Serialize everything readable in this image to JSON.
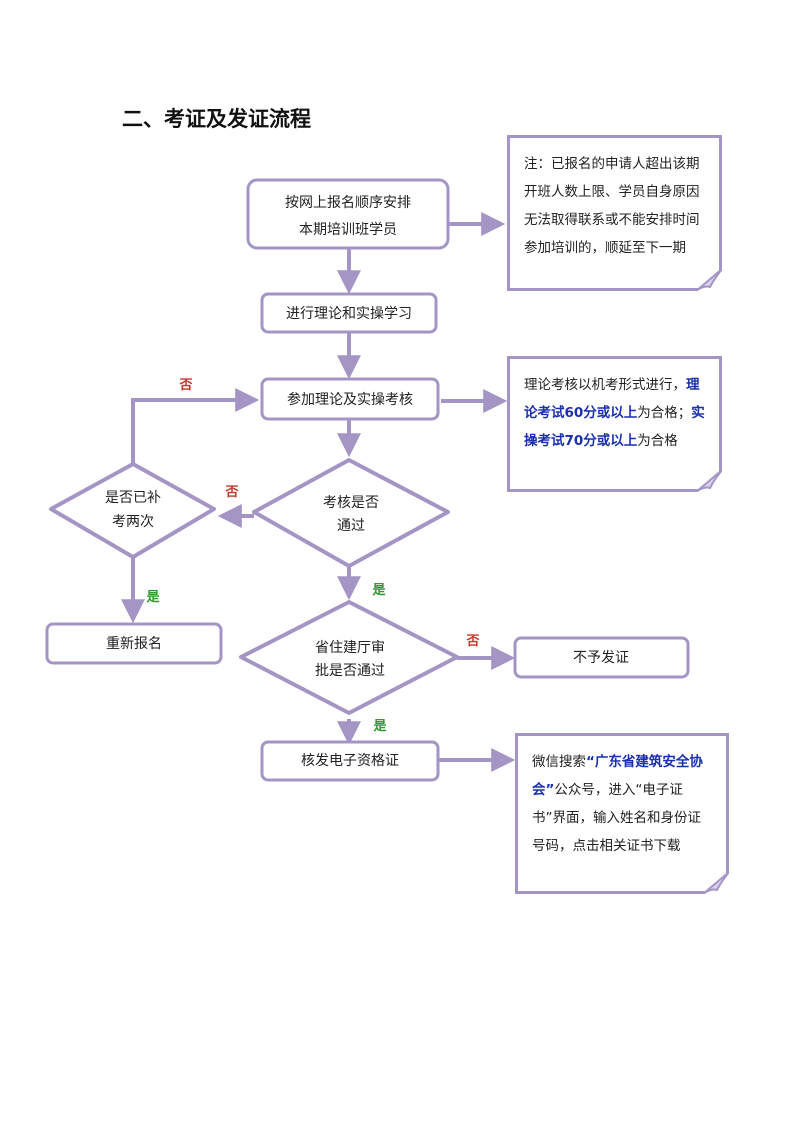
{
  "title": "二、考证及发证流程",
  "nodes": {
    "arrange": [
      "按网上报名顺序安排",
      "本期培训班学员"
    ],
    "study": "进行理论和实操学习",
    "exam": "参加理论及实操考核",
    "pass_check": [
      "考核是否",
      "通过"
    ],
    "retake_check": [
      "是否已补",
      "考两次"
    ],
    "re_register": "重新报名",
    "dept_check": [
      "省住建厅审",
      "批是否通过"
    ],
    "no_cert": "不予发证",
    "issue": "核发电子资格证"
  },
  "labels": {
    "yes": "是",
    "no": "否"
  },
  "notes": {
    "note1": "注：已报名的申请人超出该期开班人数上限、学员自身原因无法取得联系或不能安排时间参加培训的，顺延至下一期",
    "note2": {
      "t1": "理论考核以机考形式进行，",
      "h1": "理论考试60分或以上",
      "t2": "为合格；",
      "h2": "实操考试70分或以上",
      "t3": "为合格"
    },
    "note3": {
      "t1": "微信搜索",
      "h1": "“广东省建筑安全协会”",
      "t2": "公众号，进入“电子证书”界面，输入姓名和身份证号码，点击相关证书下载"
    }
  },
  "colors": {
    "stroke": "#a595c5",
    "yes": "#2a9a2a",
    "no": "#c0392b",
    "highlight": "#1a2fb0"
  }
}
